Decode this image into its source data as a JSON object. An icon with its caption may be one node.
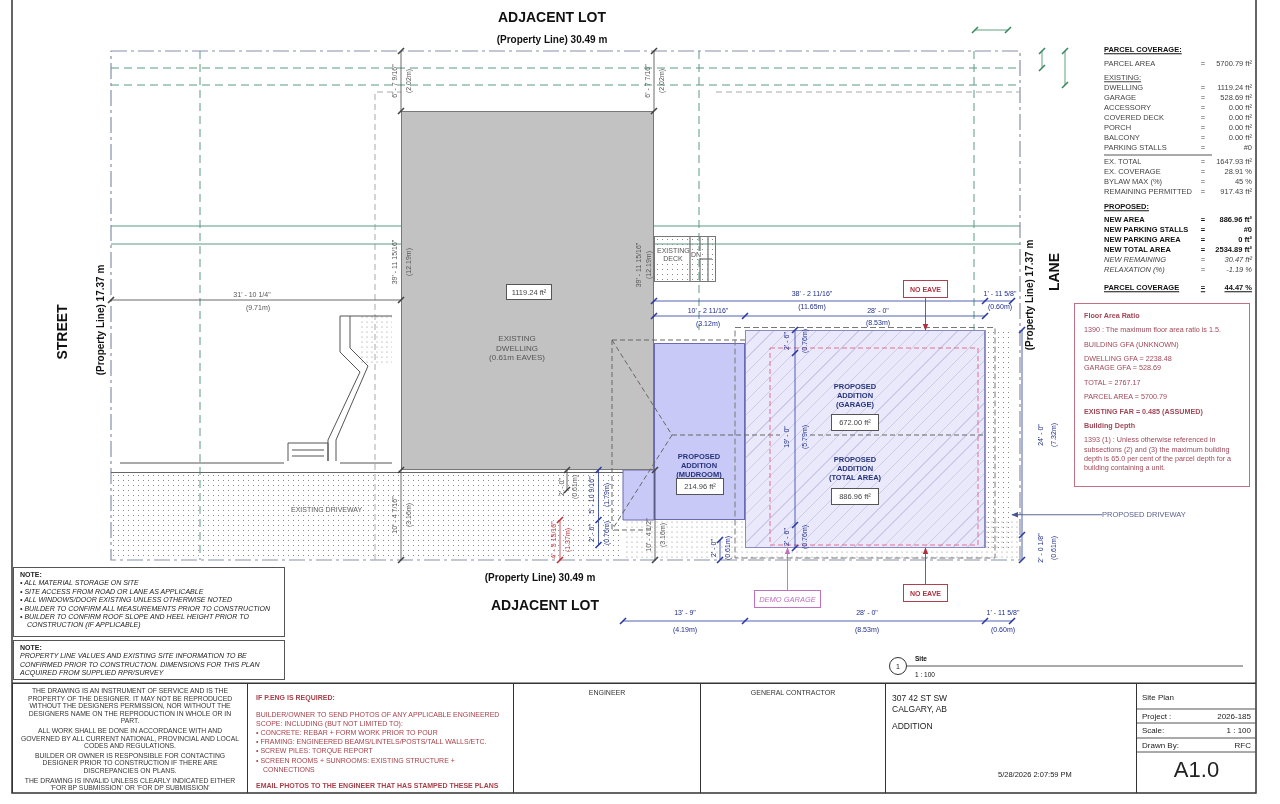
{
  "diagram": {
    "nodes": [
      {
        "text": [
          "EXISTING DWELLING (0.61m EAVES)"
        ]
      },
      {
        "text": [
          "1119.24 ft²"
        ],
        "in": 0
      },
      {
        "text": [
          "EXISTING DECK",
          "DN"
        ]
      },
      {
        "text": [
          "NO EAVE"
        ]
      },
      {
        "text": [
          "PROPOSED ADDITION (MUDROOM)"
        ]
      },
      {
        "text": [
          "214.96 ft²"
        ],
        "in": 4
      },
      {
        "text": [
          "PROPOSED ADDITION (GARAGE)",
          "PROPOSED ADDITION (TOTAL AREA)"
        ]
      },
      {
        "text": [
          "672.00 ft²"
        ],
        "in": 6
      },
      {
        "text": [
          "886.96 ft²"
        ],
        "in": 6
      },
      {
        "text": [],
        "shape": "box"
      },
      {
        "text": [
          "EXISTING DRIVEWAY"
        ]
      },
      {
        "text": [
          "PROPOSED DRIVEWAY"
        ]
      },
      {
        "text": [
          "DEMO GARAGE"
        ]
      },
      {
        "text": [
          "NO EAVE"
        ]
      },
      {
        "text": [
          "Floor Area Ratio",
          "1390 : The maximum floor area ratio is 1.5.",
          "BUILDING GFA (UNKNOWN)",
          "DWELLING GFA = 2238.48",
          "GARAGE GFA = 528.69",
          "TOTAL = 2767.17",
          "PARCEL AREA = 5700.79",
          "EXISTING FAR = 0.485 (ASSUMED)",
          "Building Depth",
          "1393 (1) : Unless otherwise referenced in subsections (2) and (3) the maximum building depth is 65.0 per cent of the parcel depth for a building containing a unit."
        ]
      },
      {
        "text": [
          "NOTE:",
          "• ALL MATERIAL STORAGE ON SITE",
          "• SITE ACCESS FROM ROAD OR LANE AS APPLICABLE",
          "• ALL WINDOWS/DOOR EXISTING UNLESS OTHERWISE NOTED",
          "• BUILDER TO CONFIRM ALL MEASUREMENTS PRIOR TO CONSTRUCTION",
          "• BUILDER TO CONFIRM ROOF SLOPE AND HEEL HEIGHT PRIOR TO CONSTRUCTION (IF APPLICABLE)"
        ]
      },
      {
        "text": [
          "NOTE:",
          "PROPERTY LINE VALUES AND EXISTING SITE INFORMATION TO BE CONFIRMED PRIOR TO CONSTRUCTION. DIMENSIONS FOR THIS PLAN ACQUIRED FROM SUPPLIED RPR/SURVEY"
        ]
      },
      {
        "text": [
          "1"
        ]
      },
      {
        "text": [
          "THE DRAWING IS AN INSTRUMENT OF SERVICE AND IS THE PROPERTY OF THE DESIGNER. IT MAY NOT BE REPRODUCED WITHOUT THE DESIGNERS PERMISSION, NOR WITHOUT THE DESIGNERS NAME ON THE REPRODUCTION IN WHOLE OR IN PART.",
          "ALL WORK SHALL BE DONE IN ACCORDANCE WITH AND GOVERNED BY ALL CURRENT NATIONAL, PROVINCIAL AND LOCAL CODES AND REGULATIONS.",
          "BUILDER OR OWNER IS RESPONSIBLE FOR CONTACTING DESIGNER PRIOR TO CONSTRUCTION IF THERE ARE DISCREPANCIES ON PLANS.",
          "THE DRAWING IS INVALID UNLESS CLEARLY INDICATED EITHER 'FOR BP SUBMISSION' OR 'FOR DP SUBMISSION'"
        ]
      },
      {
        "text": [
          "IF P.ENG IS REQUIRED:",
          "BUILDER/OWNER TO SEND PHOTOS OF ANY APPLICABLE ENGINEERED SCOPE: INCLUDING (BUT NOT LIMITED TO):",
          "• CONCRETE: REBAR + FORM WORK PRIOR TO POUR",
          "• FRAMING: ENGINEERED BEAMS/LINTELS/POSTS/TALL WALLS/ETC.",
          "• SCREW PILES: TORQUE REPORT",
          "• SCREEN ROOMS + SUNROOMS: EXISTING STRUCTURE + CONNECTIONS",
          "EMAIL PHOTOS TO THE ENGINEER THAT HAS STAMPED THESE PLANS"
        ]
      },
      {
        "text": [
          "ENGINEER"
        ]
      },
      {
        "text": [
          "GENERAL CONTRACTOR"
        ]
      },
      {
        "text": [
          "307 42 ST SW CALGARY, AB",
          "ADDITION",
          "5/28/2026 2:07:59 PM"
        ]
      },
      {
        "text": [
          "Site Plan",
          "Project :",
          "2026-185",
          "Scale:",
          "1 : 100",
          "Drawn By:",
          "RFC",
          "A1.0"
        ]
      }
    ],
    "edges": [
      {
        "from": 3,
        "to": 6,
        "arrow": "to"
      },
      {
        "from": 13,
        "to": 6,
        "arrow": "to"
      },
      {
        "from": 12,
        "to": 6,
        "arrow": "to",
        "color": "#c070c0"
      },
      {
        "from": 11,
        "to": 9,
        "arrow": "to",
        "color": "#4a5590"
      }
    ],
    "labels": [
      "ADJACENT LOT",
      "(Property Line) 30.49 m",
      "6' - 7 9/16\"",
      "(2.02m)",
      "6' - 7 7/16\"",
      "(2.02m)",
      "PARCEL COVERAGE:",
      "PARCEL AREA",
      "=",
      "5700.79 ft²",
      "EXISTING:",
      "DWELLING",
      "=",
      "1119.24 ft²",
      "GARAGE",
      "=",
      "528.69 ft²",
      "ACCESSORY",
      "=",
      "0.00 ft²",
      "COVERED DECK",
      "=",
      "0.00 ft²",
      "PORCH",
      "=",
      "0.00 ft²",
      "BALCONY",
      "=",
      "0.00 ft²",
      "PARKING STALLS",
      "=",
      "#0",
      "EX. TOTAL",
      "=",
      "1647.93 ft²",
      "EX. COVERAGE",
      "=",
      "28.91 %",
      "BYLAW MAX (%)",
      "=",
      "45 %",
      "REMAINING PERMITTED",
      "=",
      "917.43 ft²",
      "PROPOSED:",
      "NEW AREA",
      "=",
      "886.96 ft²",
      "NEW PARKING STALLS",
      "=",
      "#0",
      "NEW PARKING AREA",
      "=",
      "0 ft²",
      "NEW TOTAL AREA",
      "=",
      "2534.89 ft²",
      "NEW REMAINING",
      "=",
      "30.47 ft²",
      "RELAXATION (%)",
      "=",
      "-1.19 %",
      "PARCEL COVERAGE",
      "=",
      "44.47 %",
      "STREET",
      "(Property Line) 17.37 m",
      "31' - 10 1/4\"",
      "(9.71m)",
      "39' - 11 15/16\"",
      "(12.19m)",
      "39' - 11 15/16\"",
      "(12.19m)",
      "38' - 2 11/16\"",
      "(11.65m)",
      "1' - 11 5/8\"",
      "(0.60m)",
      "10' - 2 11/16\"",
      "(3.12m)",
      "28' - 0\"",
      "(8.53m)",
      "LANE",
      "(Property Line) 17.37 m",
      "10' - 4 7/16\"",
      "(3.16m)",
      "4' - 5 15/16\"",
      "(1.37m)",
      "2' - 0\"",
      "(0.61m)",
      "5' - 10 9/16\"",
      "(1.79m)",
      "2' - 6\"",
      "(0.76m)",
      "10' - 4 1/2\"",
      "(3.16m)",
      "2' - 0\"",
      "(0.61m)",
      "2' - 6\"",
      "(0.76m)",
      "19' - 0\"",
      "(5.79m)",
      "2' - 6\"",
      "(0.76m)",
      "24' - 0\"",
      "(7.32m)",
      "2' - 0 1/8\"",
      "(0.61m)",
      "(Property Line) 30.49 m",
      "ADJACENT LOT",
      "13' - 9\"",
      "(4.19m)",
      "28' - 0\"",
      "(8.53m)",
      "1' - 11 5/8\"",
      "(0.60m)",
      "Site",
      "1 : 100"
    ]
  }
}
